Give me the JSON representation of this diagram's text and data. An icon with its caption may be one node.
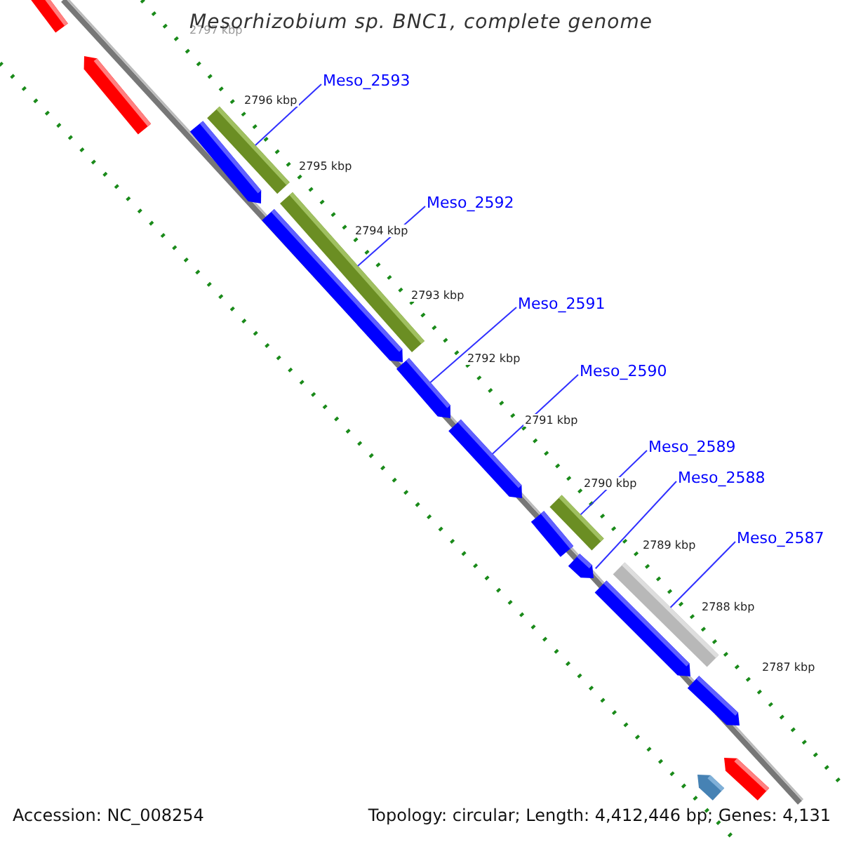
{
  "diagram": {
    "title": "Mesorhizobium sp. BNC1, complete genome",
    "nodes": [
      {
        "text": [
          "Meso_2593"
        ]
      },
      {
        "text": [
          "Meso_2592"
        ]
      },
      {
        "text": [
          "Meso_2591"
        ]
      },
      {
        "text": [
          "Meso_2590"
        ]
      },
      {
        "text": [
          "Meso_2589"
        ]
      },
      {
        "text": [
          "Meso_2588"
        ]
      },
      {
        "text": [
          "Meso_2587"
        ]
      },
      {
        "text": [],
        "shape": "bar"
      },
      {
        "text": [],
        "shape": "arrow"
      },
      {
        "text": [],
        "shape": "arrow"
      },
      {
        "text": [],
        "shape": "bar"
      },
      {
        "text": [],
        "shape": "arrow"
      },
      {
        "text": [],
        "shape": "bar"
      },
      {
        "text": [],
        "shape": "arrow"
      },
      {
        "text": [],
        "shape": "arrow"
      },
      {
        "text": [],
        "shape": "bar"
      },
      {
        "text": [],
        "shape": "bar"
      },
      {
        "text": [],
        "shape": "arrow"
      },
      {
        "text": [],
        "shape": "bar"
      },
      {
        "text": [],
        "shape": "arrow"
      },
      {
        "text": [],
        "shape": "arrow"
      },
      {
        "text": [],
        "shape": "arrow"
      },
      {
        "text": [],
        "shape": "arrow"
      }
    ],
    "edges": [
      {
        "from": 0,
        "to": 10,
        "arrow": "none"
      },
      {
        "from": 1,
        "to": 12,
        "arrow": "none"
      },
      {
        "from": 2,
        "to": 13,
        "arrow": "none"
      },
      {
        "from": 3,
        "to": 14,
        "arrow": "none"
      },
      {
        "from": 4,
        "to": 15,
        "arrow": "none"
      },
      {
        "from": 5,
        "to": 17,
        "arrow": "none"
      },
      {
        "from": 6,
        "to": 18,
        "arrow": "none"
      }
    ],
    "labels": [
      "2797 kbp",
      "2796 kbp",
      "2795 kbp",
      "2794 kbp",
      "2793 kbp",
      "2792 kbp",
      "2791 kbp",
      "2790 kbp",
      "2789 kbp",
      "2788 kbp",
      "2787 kbp",
      "Accession: NC_008254",
      "Topology: circular; Length: 4,412,446 bp; Genes: 4,131"
    ]
  }
}
